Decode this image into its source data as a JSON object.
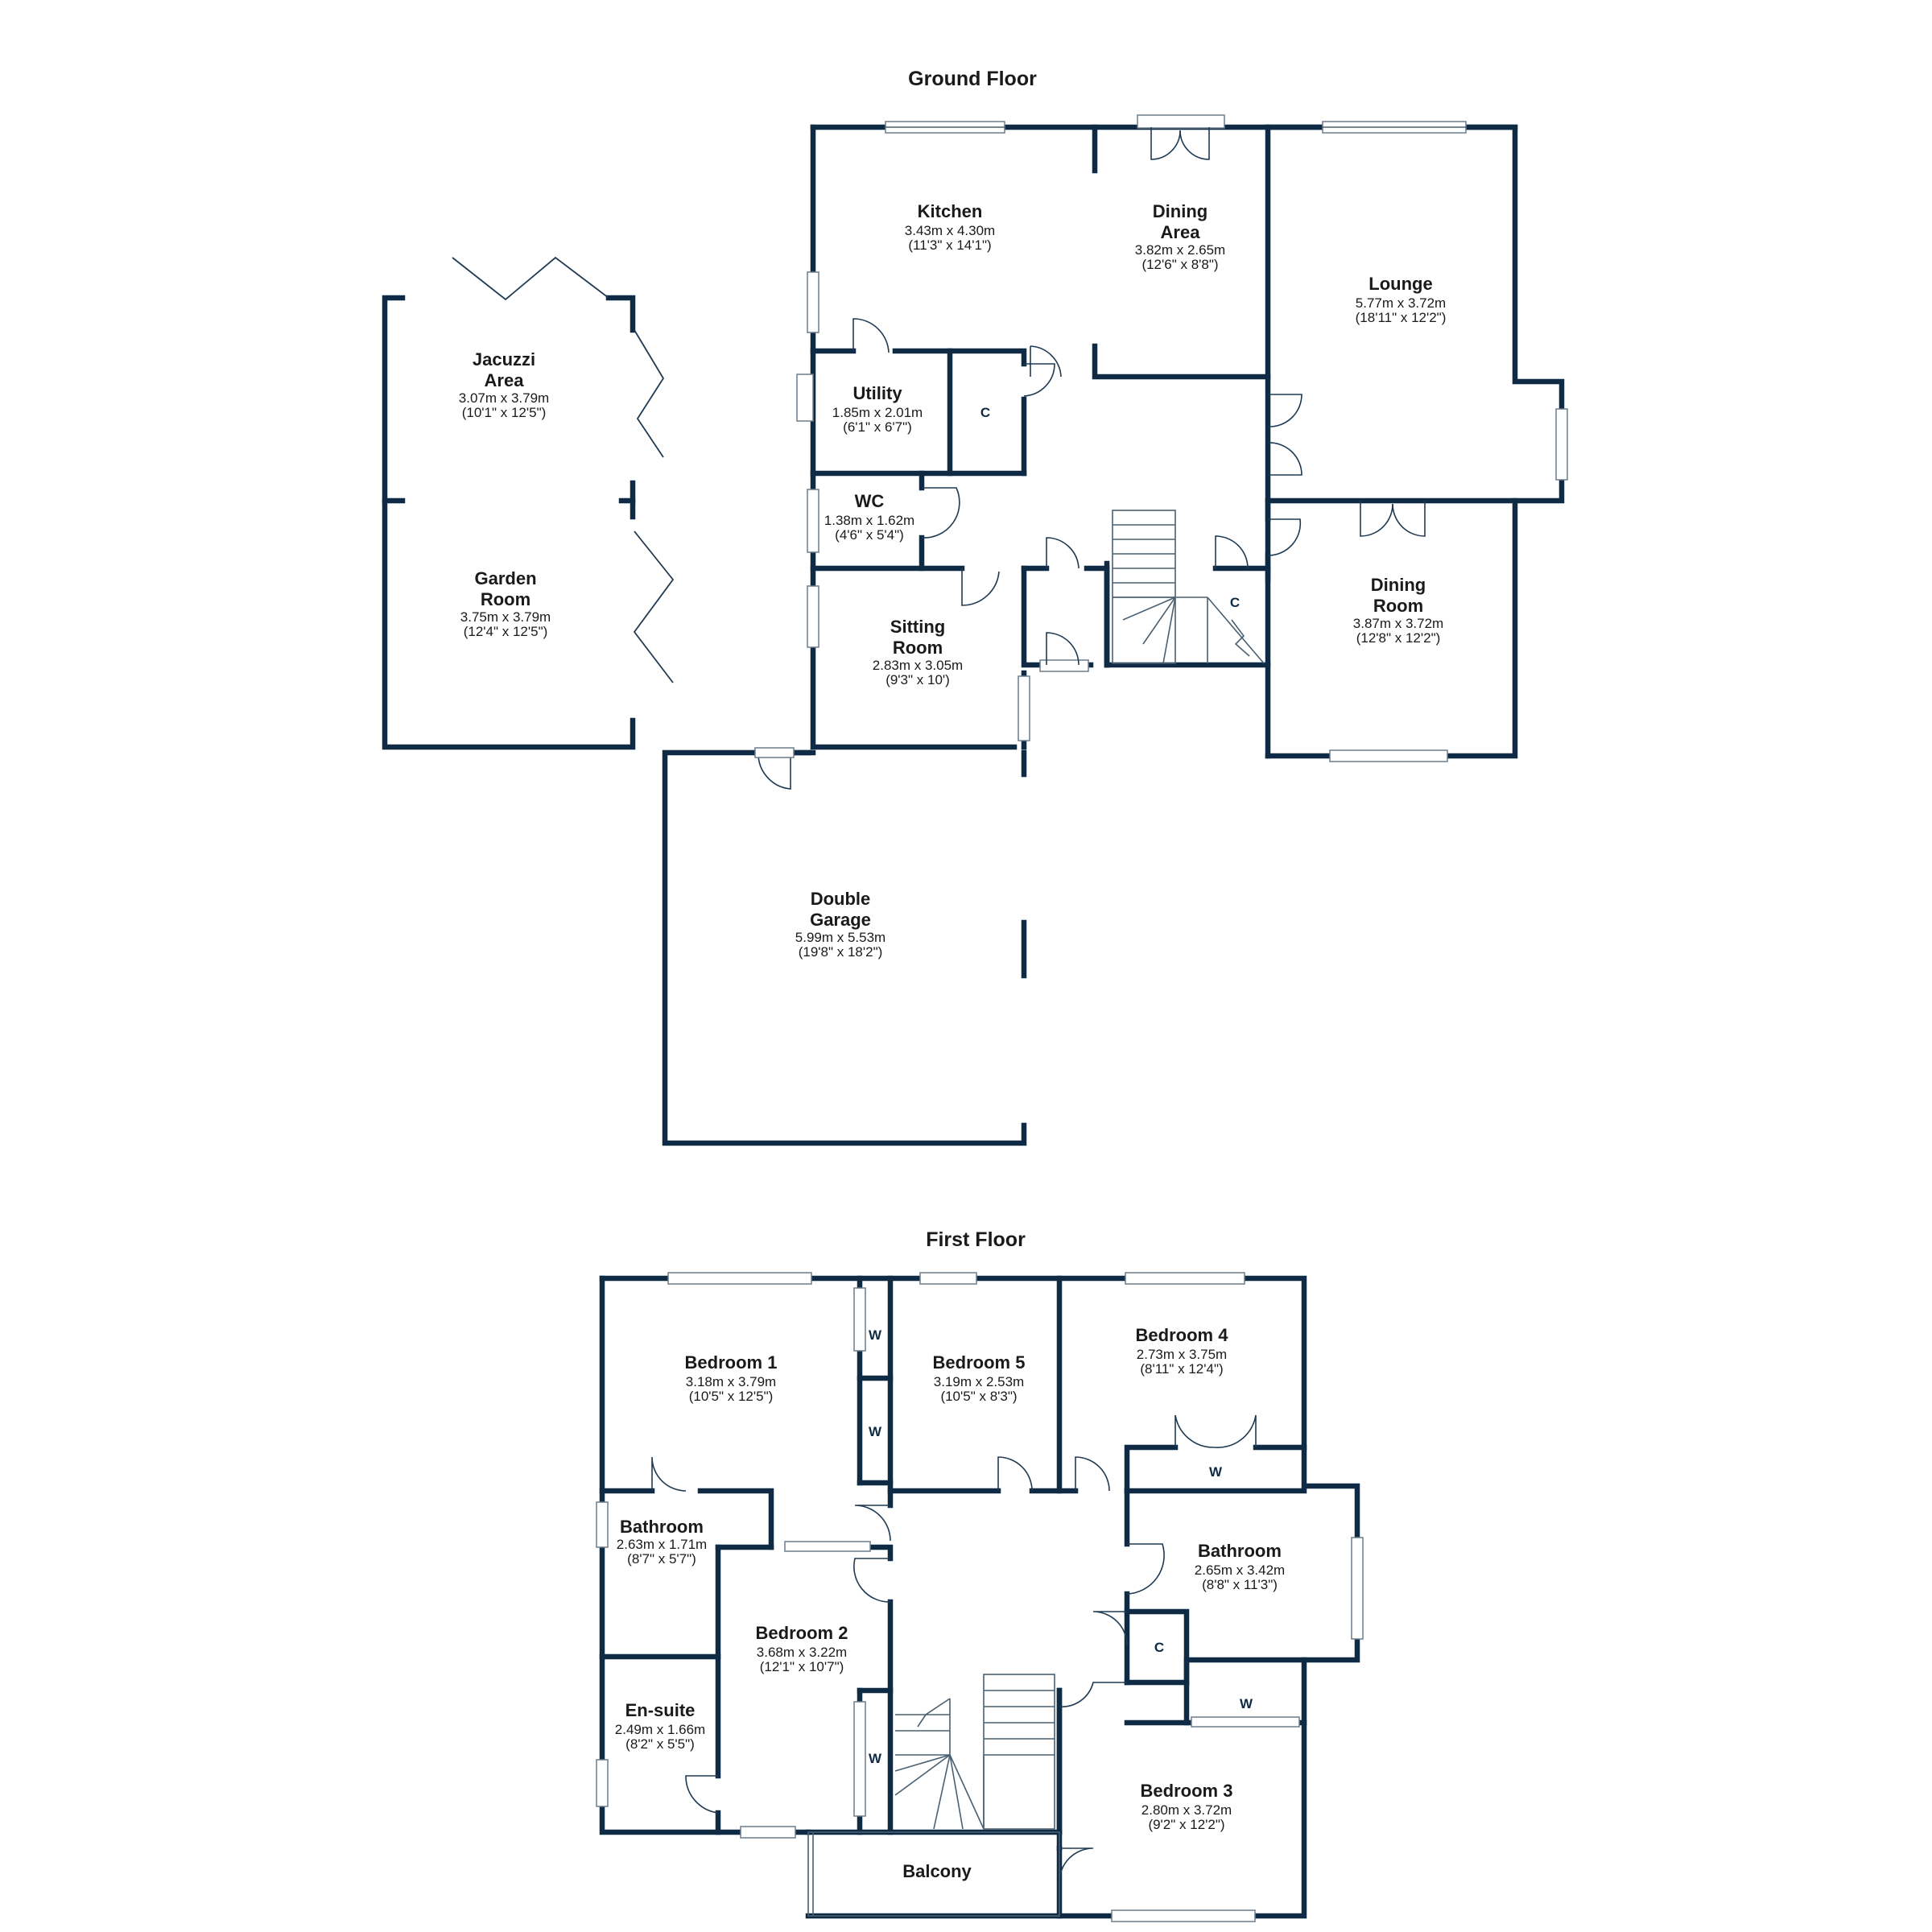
{
  "floors": {
    "ground": {
      "title": "Ground Floor",
      "rooms": {
        "kitchen": {
          "name": [
            "Kitchen"
          ],
          "metric": "3.43m x 4.30m",
          "imperial": "(11'3\" x 14'1\")"
        },
        "dining_area": {
          "name": [
            "Dining",
            "Area"
          ],
          "metric": "3.82m x 2.65m",
          "imperial": "(12'6\" x 8'8\")"
        },
        "lounge": {
          "name": [
            "Lounge"
          ],
          "metric": "5.77m x 3.72m",
          "imperial": "(18'11\" x 12'2\")"
        },
        "jacuzzi_area": {
          "name": [
            "Jacuzzi",
            "Area"
          ],
          "metric": "3.07m x 3.79m",
          "imperial": "(10'1\" x 12'5\")"
        },
        "utility": {
          "name": [
            "Utility"
          ],
          "metric": "1.85m x 2.01m",
          "imperial": "(6'1\" x 6'7\")"
        },
        "wc": {
          "name": [
            "WC"
          ],
          "metric": "1.38m x 1.62m",
          "imperial": "(4'6\" x 5'4\")"
        },
        "garden_room": {
          "name": [
            "Garden",
            "Room"
          ],
          "metric": "3.75m x 3.79m",
          "imperial": "(12'4\" x 12'5\")"
        },
        "sitting_room": {
          "name": [
            "Sitting",
            "Room"
          ],
          "metric": "2.83m x 3.05m",
          "imperial": "(9'3\" x 10')"
        },
        "dining_room": {
          "name": [
            "Dining",
            "Room"
          ],
          "metric": "3.87m x 3.72m",
          "imperial": "(12'8\" x 12'2\")"
        },
        "double_garage": {
          "name": [
            "Double",
            "Garage"
          ],
          "metric": "5.99m x 5.53m",
          "imperial": "(19'8\" x 18'2\")"
        }
      },
      "marks": {
        "cupboard_1": "C",
        "cupboard_2": "C"
      }
    },
    "first": {
      "title": "First Floor",
      "rooms": {
        "bedroom1": {
          "name": [
            "Bedroom 1"
          ],
          "metric": "3.18m x 3.79m",
          "imperial": "(10'5\" x 12'5\")"
        },
        "bedroom5": {
          "name": [
            "Bedroom 5"
          ],
          "metric": "3.19m x 2.53m",
          "imperial": "(10'5\" x 8'3\")"
        },
        "bedroom4": {
          "name": [
            "Bedroom 4"
          ],
          "metric": "2.73m x 3.75m",
          "imperial": "(8'11\" x 12'4\")"
        },
        "bathroom_left": {
          "name": [
            "Bathroom"
          ],
          "metric": "2.63m x 1.71m",
          "imperial": "(8'7\" x 5'7\")"
        },
        "bathroom_right": {
          "name": [
            "Bathroom"
          ],
          "metric": "2.65m x 3.42m",
          "imperial": "(8'8\" x 11'3\")"
        },
        "bedroom2": {
          "name": [
            "Bedroom 2"
          ],
          "metric": "3.68m x 3.22m",
          "imperial": "(12'1\" x 10'7\")"
        },
        "ensuite": {
          "name": [
            "En-suite"
          ],
          "metric": "2.49m x 1.66m",
          "imperial": "(8'2\" x 5'5\")"
        },
        "bedroom3": {
          "name": [
            "Bedroom 3"
          ],
          "metric": "2.80m x 3.72m",
          "imperial": "(9'2\" x 12'2\")"
        },
        "balcony": {
          "name": [
            "Balcony"
          ]
        }
      },
      "marks": {
        "w1": "W",
        "w2": "W",
        "w3": "W",
        "w4": "W",
        "w5": "W",
        "c1": "C"
      }
    }
  },
  "colors": {
    "wall": "#0f2a44",
    "text": "#1a1a1a"
  }
}
